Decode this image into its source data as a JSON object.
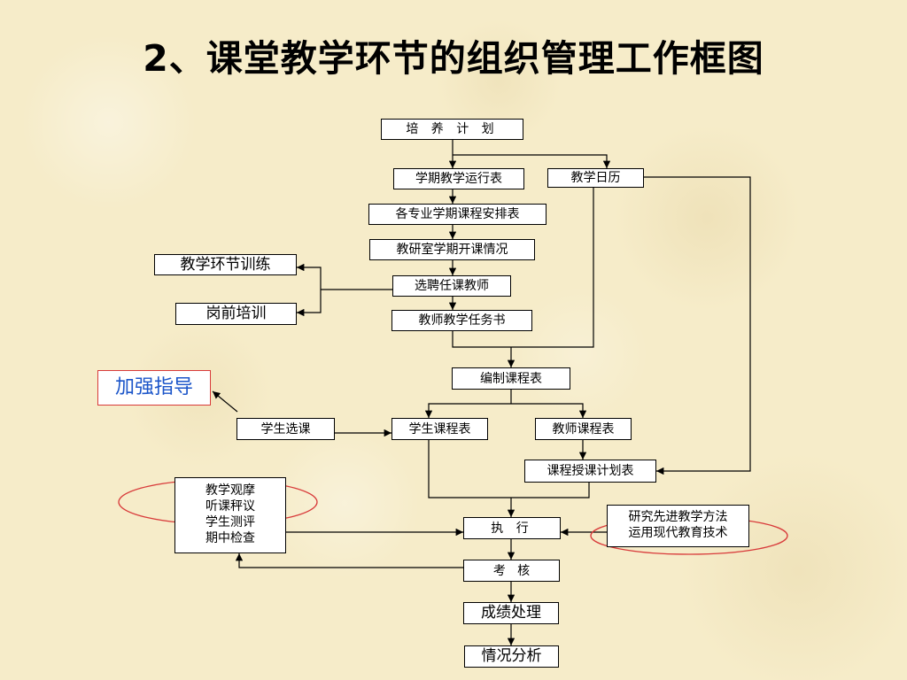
{
  "title": "2、课堂教学环节的组织管理工作框图",
  "nodes": {
    "training_plan": "培 养 计 划",
    "semester_schedule": "学期教学运行表",
    "teaching_calendar": "教学日历",
    "major_course_arrangement": "各专业学期课程安排表",
    "department_courses": "教研室学期开课情况",
    "teaching_training": "教学环节训练",
    "select_teachers": "选聘任课教师",
    "pre_job_training": "岗前培训",
    "teaching_task_book": "教师教学任务书",
    "compile_timetable": "编制课程表",
    "strengthen_guidance": "加强指导",
    "student_course_selection": "学生选课",
    "student_timetable": "学生课程表",
    "teacher_timetable": "教师课程表",
    "course_teaching_plan": "课程授课计划表",
    "supervision": [
      "教学观摩",
      "听课秤议",
      "学生测评",
      "期中检查"
    ],
    "execute": "执 行",
    "methods": [
      "研究先进教学方法",
      "运用现代教育技术"
    ],
    "assessment": "考   核",
    "grade_processing": "成绩处理",
    "situation_analysis": "情况分析"
  },
  "colors": {
    "background": "#f6ecc9",
    "box_border": "#000000",
    "box_fill": "#ffffff",
    "highlight_ellipse": "#d83a3a",
    "guidance_text": "#1b55c9"
  }
}
